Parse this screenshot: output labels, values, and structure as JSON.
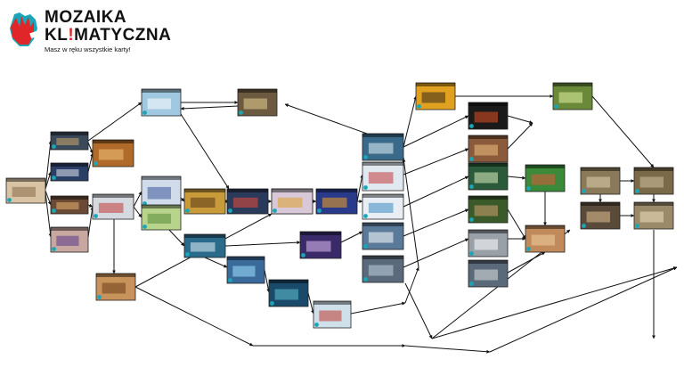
{
  "logo": {
    "line1": "MOZAIKA",
    "line2_a": "KL",
    "line2_b": "!",
    "line2_c": "MATYCZNA",
    "tagline": "Masz w ręku wszystkie karty!",
    "colors": {
      "hand_red": "#e1262a",
      "hand_teal": "#1aa6b7",
      "text": "#111111"
    }
  },
  "diagram": {
    "edge_color": "#111111",
    "cards": [
      {
        "id": "c1",
        "bg": "#d9c3a5",
        "accent": "#8a6b4a"
      },
      {
        "id": "c2",
        "bg": "#3b4a5a",
        "accent": "#c9a76b"
      },
      {
        "id": "c3",
        "bg": "#b06a2a",
        "accent": "#f0c27a"
      },
      {
        "id": "c4",
        "bg": "#2b3f66",
        "accent": "#e0e6ef"
      },
      {
        "id": "c5",
        "bg": "#d5d9e0",
        "accent": "#c23a3a"
      },
      {
        "id": "c6",
        "bg": "#6a4a34",
        "accent": "#e8b070"
      },
      {
        "id": "c7",
        "bg": "#c7a7a0",
        "accent": "#5a3a8a"
      },
      {
        "id": "c8",
        "bg": "#a0c8e0",
        "accent": "#ffffff"
      },
      {
        "id": "c9",
        "bg": "#6b5a40",
        "accent": "#e8d090"
      },
      {
        "id": "c10",
        "bg": "#c8935a",
        "accent": "#6a3e1a"
      },
      {
        "id": "c11",
        "bg": "#d0dcea",
        "accent": "#3a5a9a"
      },
      {
        "id": "c12",
        "bg": "#b8d48c",
        "accent": "#5a8a3a"
      },
      {
        "id": "c13",
        "bg": "#c89a3a",
        "accent": "#5a3a1a"
      },
      {
        "id": "c14",
        "bg": "#2a6a8a",
        "accent": "#e0f0f8"
      },
      {
        "id": "c15",
        "bg": "#2a3a5a",
        "accent": "#e84a3a"
      },
      {
        "id": "c16",
        "bg": "#1a1a1a",
        "accent": "#e05020"
      },
      {
        "id": "c17",
        "bg": "#d8c8d8",
        "accent": "#e0a030"
      },
      {
        "id": "c18",
        "bg": "#3a2a6a",
        "accent": "#e0c0f0"
      },
      {
        "id": "c19",
        "bg": "#2a3a8a",
        "accent": "#f0a020"
      },
      {
        "id": "c20",
        "bg": "#3a6a9a",
        "accent": "#a0e0ff"
      },
      {
        "id": "c21",
        "bg": "#1a4a6a",
        "accent": "#60c0d0"
      },
      {
        "id": "c22",
        "bg": "#cfe0ea",
        "accent": "#c0392b"
      },
      {
        "id": "c23",
        "bg": "#3a6a8a",
        "accent": "#e0f0f8"
      },
      {
        "id": "c24",
        "bg": "#e0e8f0",
        "accent": "#c23a3a"
      },
      {
        "id": "c25",
        "bg": "#e8eef4",
        "accent": "#3a8ac0"
      },
      {
        "id": "c26",
        "bg": "#5a7a9a",
        "accent": "#ffffff"
      },
      {
        "id": "c27",
        "bg": "#5a6a7a",
        "accent": "#c0d0e0"
      },
      {
        "id": "c28",
        "bg": "#e0a020",
        "accent": "#3a2a1a"
      },
      {
        "id": "c29",
        "bg": "#1a1a1a",
        "accent": "#e05020"
      },
      {
        "id": "c30",
        "bg": "#8a5a3a",
        "accent": "#f0c080"
      },
      {
        "id": "c31",
        "bg": "#2a5a3a",
        "accent": "#e0f0c0"
      },
      {
        "id": "c32",
        "bg": "#3a5a2a",
        "accent": "#d0a070"
      },
      {
        "id": "c33",
        "bg": "#9aa0a8",
        "accent": "#ffffff"
      },
      {
        "id": "c34",
        "bg": "#5a6a7a",
        "accent": "#e0e0e0"
      },
      {
        "id": "c35",
        "bg": "#6a8a3a",
        "accent": "#e0f0a0"
      },
      {
        "id": "c36",
        "bg": "#c08a5a",
        "accent": "#f0d0a0"
      },
      {
        "id": "c37",
        "bg": "#3a8a3a",
        "accent": "#e05a3a"
      },
      {
        "id": "c38",
        "bg": "#8a7a5a",
        "accent": "#e0d0b0"
      },
      {
        "id": "c39",
        "bg": "#5a4a3a",
        "accent": "#e0c090"
      },
      {
        "id": "c40",
        "bg": "#7a6a4a",
        "accent": "#d0c0a0"
      },
      {
        "id": "c41",
        "bg": "#9a8a6a",
        "accent": "#f0e0c0"
      }
    ]
  }
}
